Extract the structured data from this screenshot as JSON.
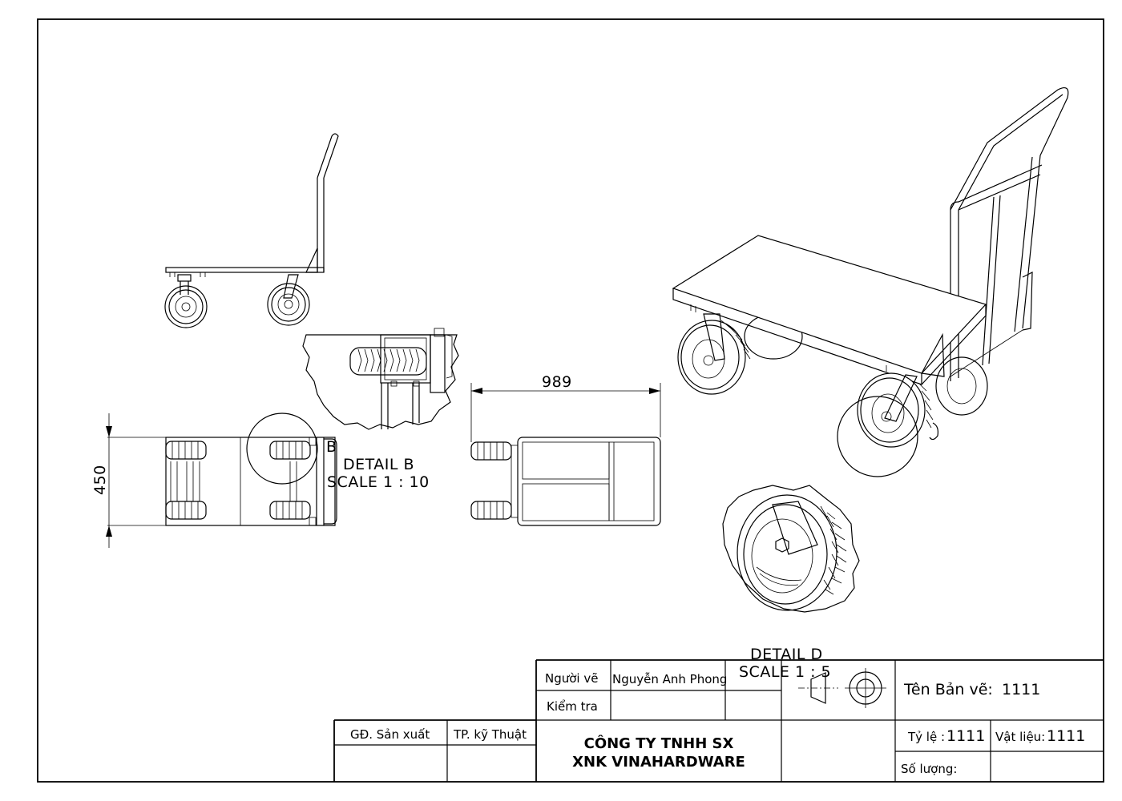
{
  "dimensions": {
    "width_label": "989",
    "height_label": "450"
  },
  "detail_b": {
    "marker": "B",
    "title": "DETAIL B",
    "scale": "SCALE 1 : 10"
  },
  "detail_d": {
    "title": "DETAIL D",
    "scale": "SCALE 1 : 5"
  },
  "title_block": {
    "drawn_by_label": "Người vẽ",
    "drawn_by_value": "Nguyễn Anh Phong",
    "checked_by_label": "Kiểm tra",
    "production_director_label": "GĐ. Sản xuất",
    "technical_head_label": "TP. kỹ Thuật",
    "company_line1": "CÔNG TY TNHH SX",
    "company_line2": "XNK VINAHARDWARE",
    "drawing_name_label": "Tên Bản vẽ:",
    "drawing_name_value": "1111",
    "scale_label": "Tỷ lệ :",
    "scale_value": "1111",
    "material_label": "Vật liệu:",
    "material_value": "1111",
    "quantity_label": "Số lượng:"
  }
}
